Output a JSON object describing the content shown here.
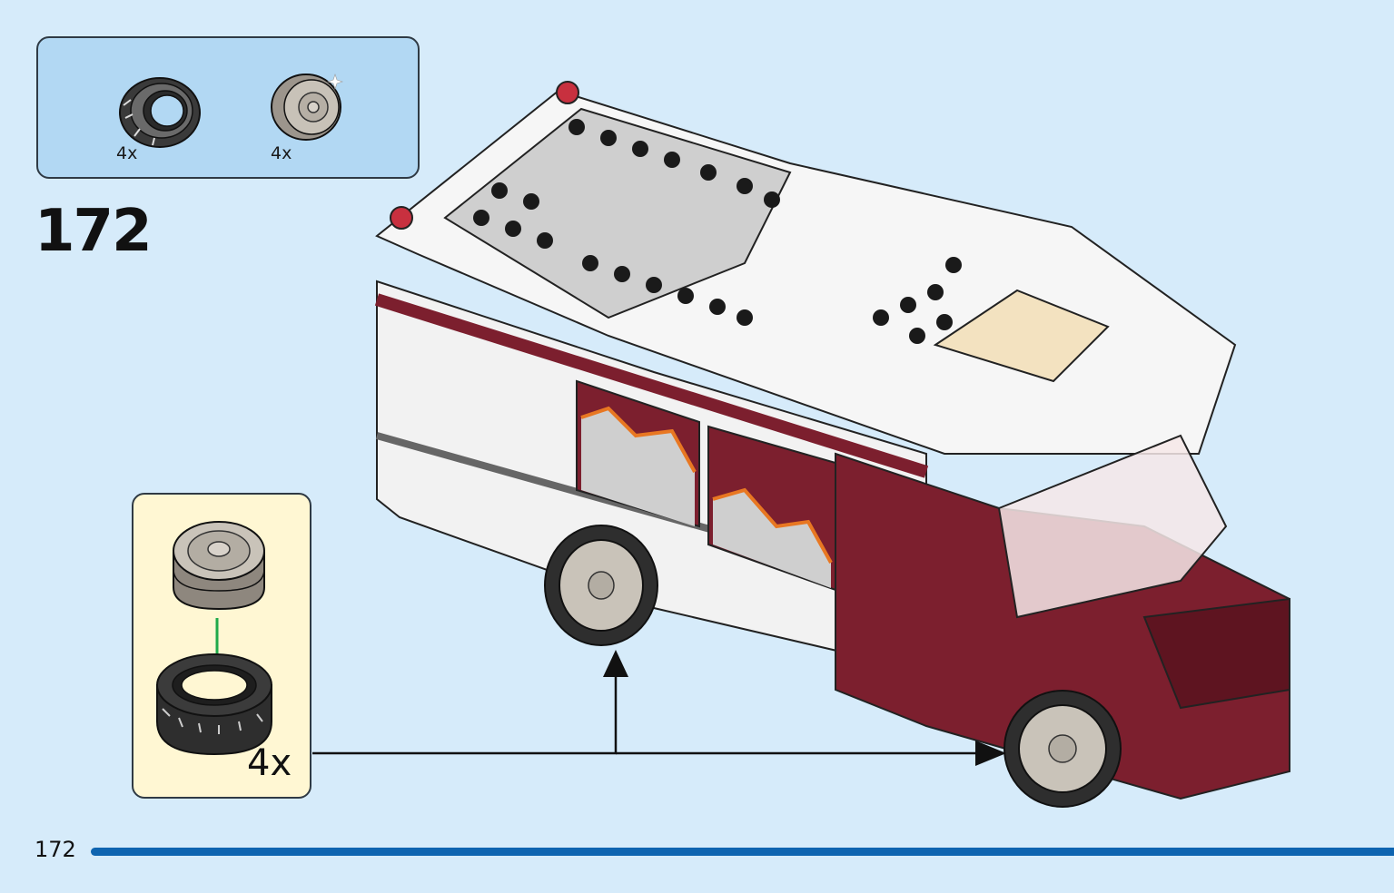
{
  "parts_list": {
    "items": [
      {
        "icon": "tire-icon",
        "count": "4x"
      },
      {
        "icon": "wheel-rim-icon",
        "count": "4x"
      }
    ]
  },
  "step": {
    "number": "172"
  },
  "subassembly": {
    "multiplier": "4x"
  },
  "page": {
    "number": "172"
  },
  "colors": {
    "background": "#d6ebfa",
    "parts_box": "#b2d8f3",
    "subassembly_box": "#fff7d3",
    "page_bar": "#0e64b0",
    "dark_red": "#7c1f2e",
    "arrow_green": "#1faa4a"
  }
}
